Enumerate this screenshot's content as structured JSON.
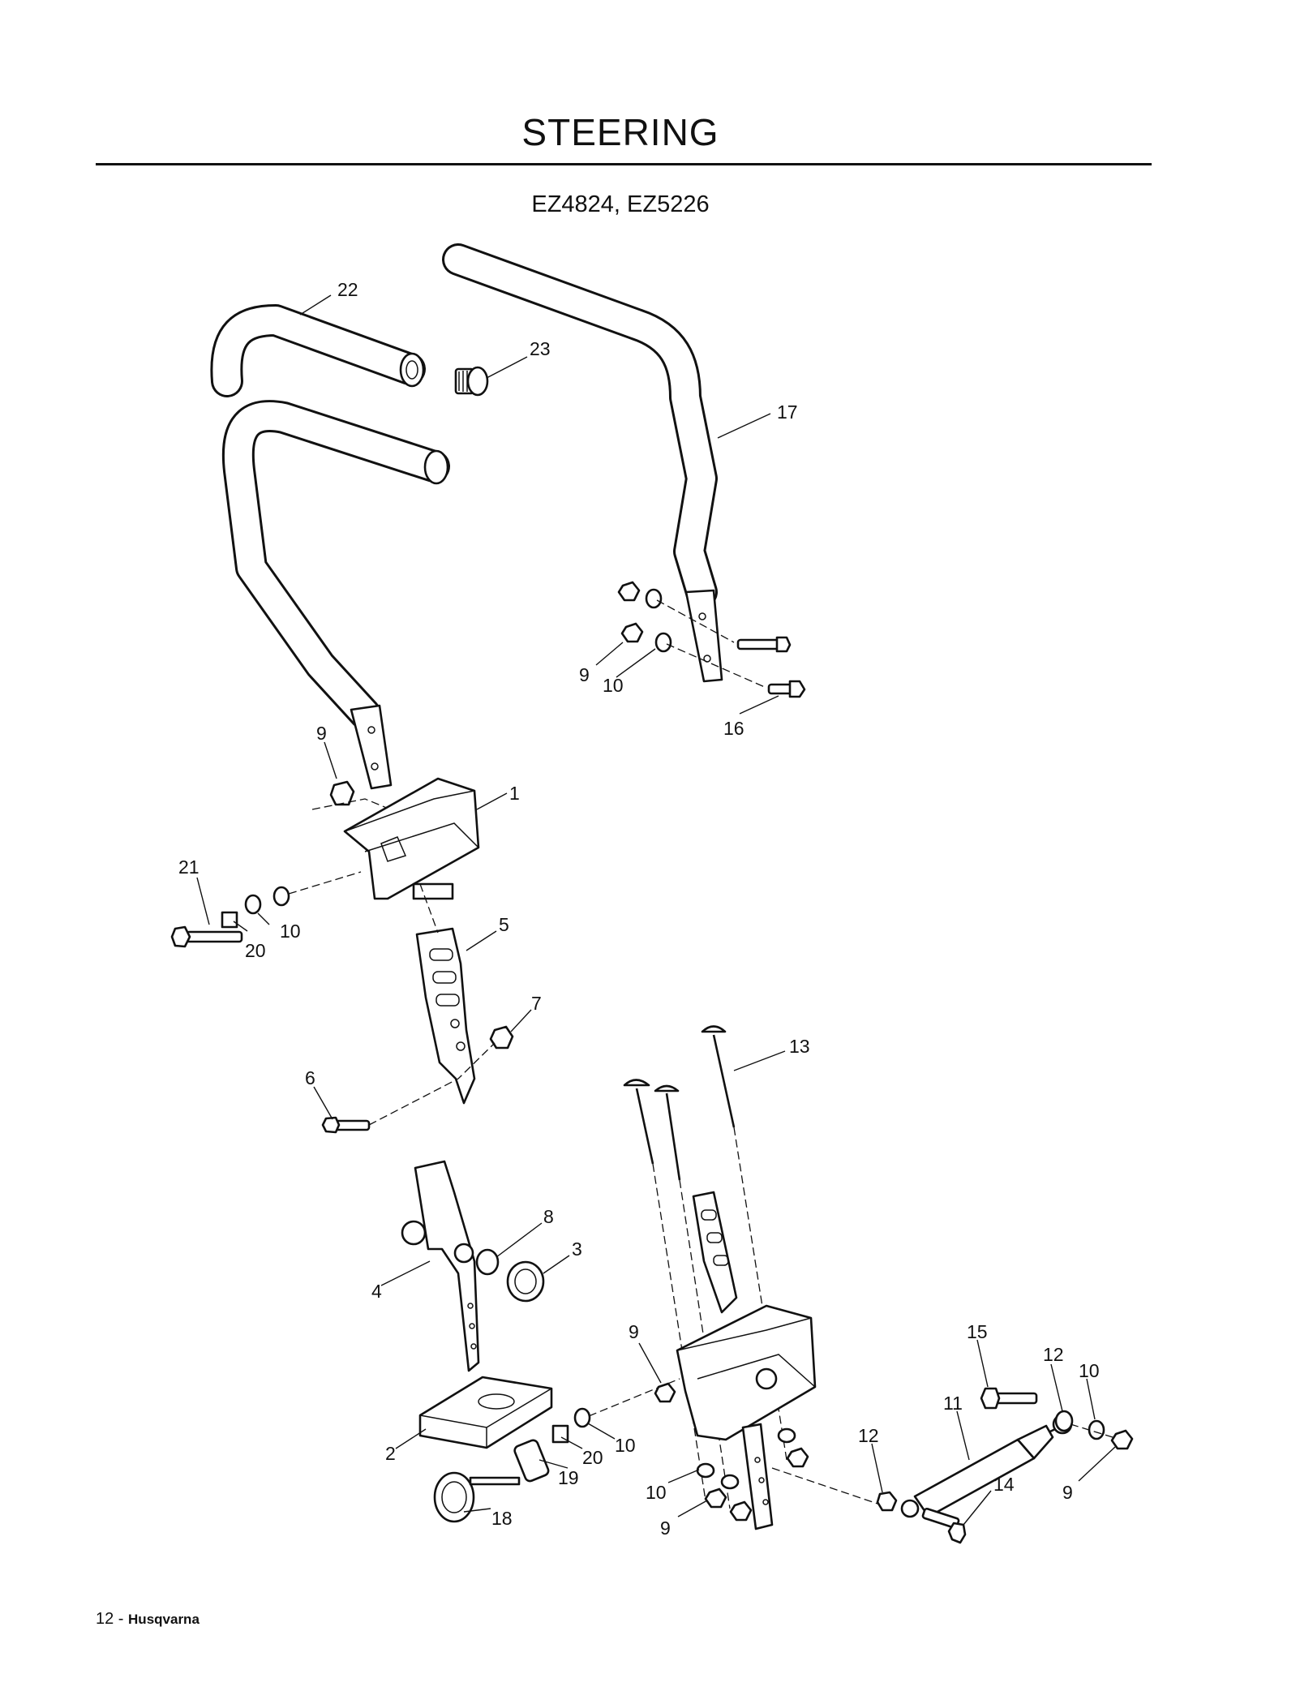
{
  "header": {
    "title": "STEERING",
    "subtitle": "EZ4824, EZ5226"
  },
  "footer": {
    "page": "12 - ",
    "brand": "Husqvarna"
  },
  "callouts": [
    "22",
    "23",
    "17",
    "9",
    "10",
    "16",
    "9",
    "1",
    "21",
    "10",
    "20",
    "5",
    "7",
    "6",
    "13",
    "8",
    "3",
    "4",
    "9",
    "15",
    "12",
    "10",
    "11",
    "12",
    "2",
    "20",
    "10",
    "19",
    "10",
    "14",
    "9",
    "18",
    "9",
    "9"
  ]
}
